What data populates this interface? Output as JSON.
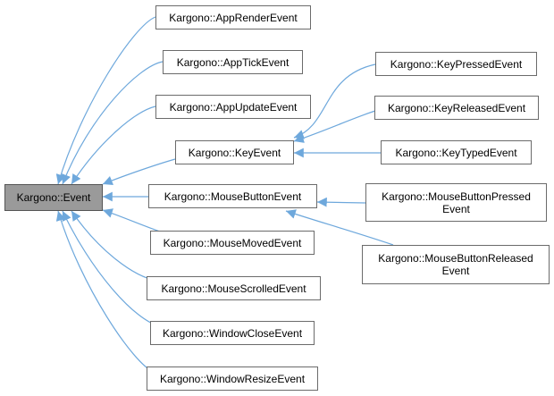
{
  "diagram": {
    "root": "Kargono::Event",
    "level1": [
      "Kargono::AppRenderEvent",
      "Kargono::AppTickEvent",
      "Kargono::AppUpdateEvent",
      "Kargono::KeyEvent",
      "Kargono::MouseButtonEvent",
      "Kargono::MouseMovedEvent",
      "Kargono::MouseScrolledEvent",
      "Kargono::WindowCloseEvent",
      "Kargono::WindowResizeEvent"
    ],
    "key_children": [
      "Kargono::KeyPressedEvent",
      "Kargono::KeyReleasedEvent",
      "Kargono::KeyTypedEvent"
    ],
    "mouse_button_children": [
      "Kargono::MouseButtonPressed\nEvent",
      "Kargono::MouseButtonReleased\nEvent"
    ],
    "edge_color": "#6ea8dc",
    "root_fill": "#9a9a9a"
  }
}
